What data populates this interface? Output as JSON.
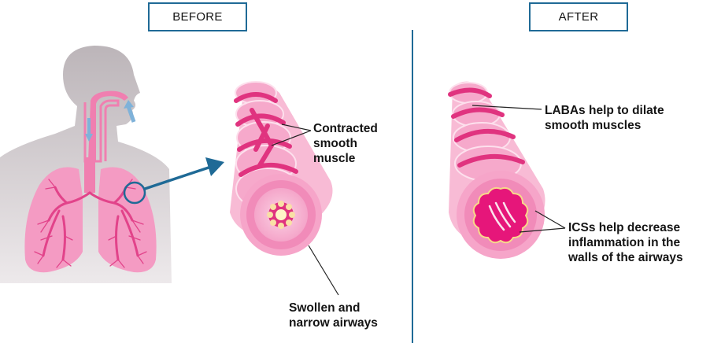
{
  "panels": {
    "before": {
      "title": "BEFORE"
    },
    "after": {
      "title": "AFTER"
    }
  },
  "labels": {
    "contracted": [
      "Contracted",
      "smooth",
      "muscle"
    ],
    "swollen": [
      "Swollen and",
      "narrow airways"
    ],
    "labas": [
      "LABAs help to dilate",
      "smooth muscles"
    ],
    "ics": [
      "ICSs help decrease",
      "inflammation in the",
      "walls of the airways"
    ]
  },
  "colors": {
    "border_blue": "#1f6a96",
    "pink_dark": "#e0337f",
    "pink_light": "#f7b6d2",
    "pink_mid": "#f08ab8",
    "body_gray": "#d5d0d2"
  }
}
